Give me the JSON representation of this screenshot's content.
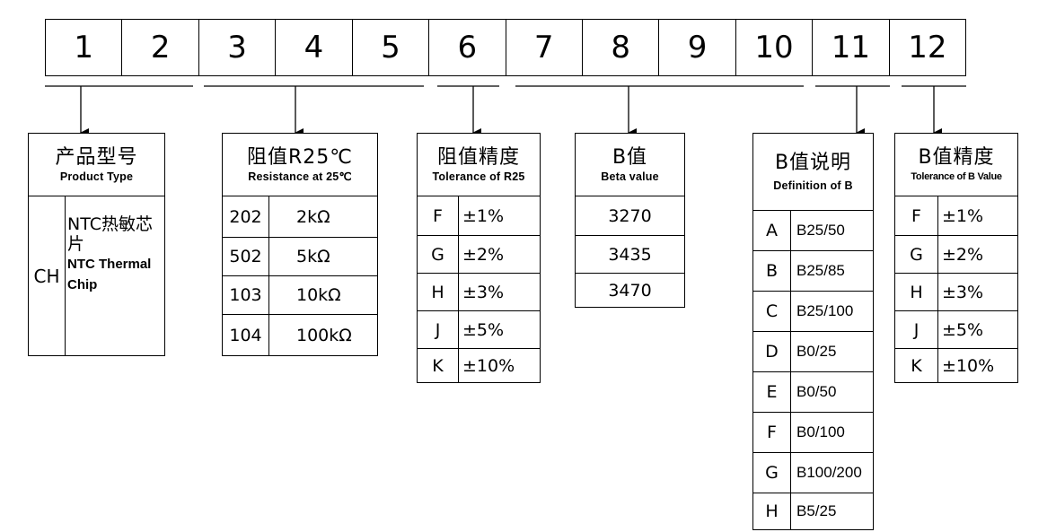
{
  "digits": [
    "1",
    "2",
    "3",
    "4",
    "5",
    "6",
    "7",
    "8",
    "9",
    "10",
    "11",
    "12"
  ],
  "product": {
    "title_cn": "产品型号",
    "title_en": "Product Type",
    "code": "CH",
    "desc_cn": "NTC热敏芯片",
    "desc_en": "NTC Thermal Chip"
  },
  "resistance": {
    "title_cn": "阻值R25℃",
    "title_en": "Resistance at 25℃",
    "rows": [
      {
        "code": "202",
        "value": "2kΩ"
      },
      {
        "code": "502",
        "value": "5kΩ"
      },
      {
        "code": "103",
        "value": "10kΩ"
      },
      {
        "code": "104",
        "value": "100kΩ"
      }
    ]
  },
  "tolerance": {
    "title_cn": "阻值精度",
    "title_en": "Tolerance of R25",
    "rows": [
      {
        "code": "F",
        "value": "±1%"
      },
      {
        "code": "G",
        "value": "±2%"
      },
      {
        "code": "H",
        "value": "±3%"
      },
      {
        "code": "J",
        "value": "±5%"
      },
      {
        "code": "K",
        "value": "±10%"
      }
    ]
  },
  "beta": {
    "title_cn": "B值",
    "title_en": "Beta value",
    "rows": [
      "3270",
      "3435",
      "3470"
    ]
  },
  "b_definition": {
    "title_cn": "B值说明",
    "title_en": "Definition of B",
    "rows": [
      {
        "code": "A",
        "value": "B25/50"
      },
      {
        "code": "B",
        "value": "B25/85"
      },
      {
        "code": "C",
        "value": "B25/100"
      },
      {
        "code": "D",
        "value": "B0/25"
      },
      {
        "code": "E",
        "value": "B0/50"
      },
      {
        "code": "F",
        "value": "B0/100"
      },
      {
        "code": "G",
        "value": "B100/200"
      },
      {
        "code": "H",
        "value": "B5/25"
      }
    ]
  },
  "b_tolerance": {
    "title_cn": "B值精度",
    "title_en": "Tolerance of B Value",
    "rows": [
      {
        "code": "F",
        "value": "±1%"
      },
      {
        "code": "G",
        "value": "±2%"
      },
      {
        "code": "H",
        "value": "±3%"
      },
      {
        "code": "J",
        "value": "±5%"
      },
      {
        "code": "K",
        "value": "±10%"
      }
    ]
  }
}
